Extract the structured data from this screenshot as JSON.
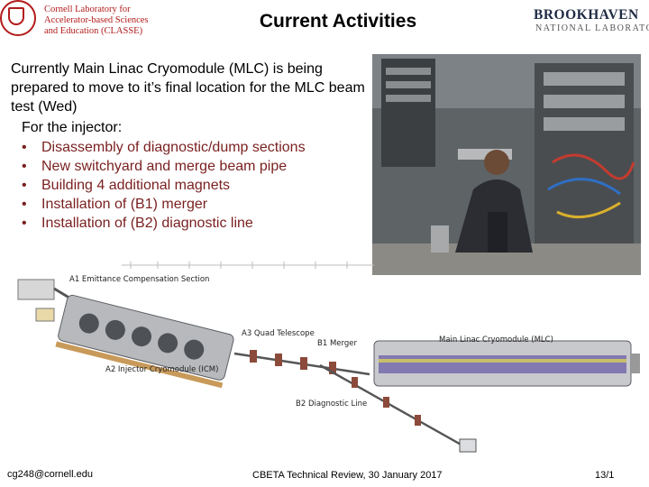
{
  "header": {
    "cornell_logo_lines": [
      "Cornell Laboratory for",
      "Accelerator-based Sciences",
      "and Education (CLASSE)"
    ],
    "title": "Current Activities",
    "bnl_name": "BROOKHAVEN",
    "bnl_sub": "NATIONAL LABORATORY"
  },
  "body": {
    "intro": "Currently Main Linac Cryomodule (MLC) is being prepared to move to it’s final location for the MLC beam test (Wed)",
    "injector_heading": "For the injector:",
    "bullets": [
      "Disassembly of diagnostic/dump sections",
      "New switchyard and merge beam pipe",
      "Building 4 additional magnets",
      "Installation of (B1) merger",
      "Installation of (B2) diagnostic line"
    ],
    "bullet_glyph": "•"
  },
  "diagram": {
    "labels": {
      "a1": "A1 Emittance Compensation Section",
      "a3": "A3 Quad Telescope",
      "b1": "B1 Merger",
      "mlc": "Main Linac Cryomodule (MLC)",
      "a2": "A2 Injector Cryomodule (ICM)",
      "b2": "B2 Diagnostic Line"
    }
  },
  "footer": {
    "email": "cg248@cornell.edu",
    "event": "CBETA Technical Review, 30 January 2017",
    "page": "13/1"
  },
  "colors": {
    "cornell_red": "#b31b1b",
    "bullet_text": "#7a1f1f",
    "bnl_navy": "#1f2a44"
  }
}
